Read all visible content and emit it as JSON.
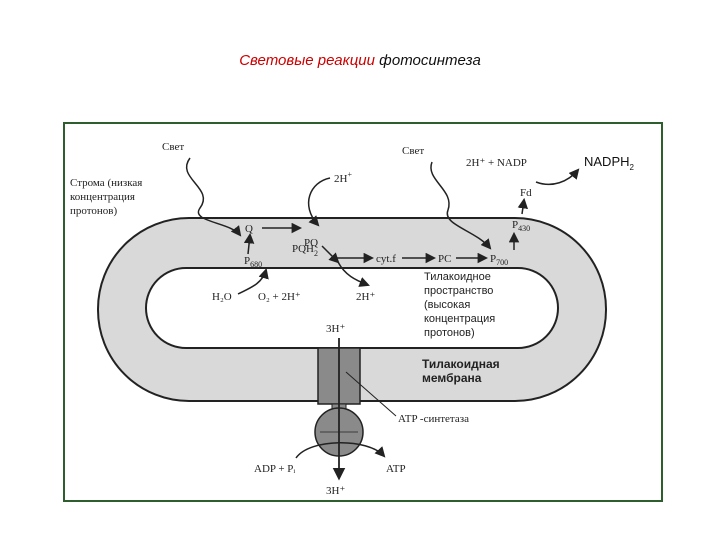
{
  "title": {
    "part1": "Световые реакции",
    "part2": "фотосинтеза"
  },
  "colors": {
    "title_red": "#cc0000",
    "frame_green": "#2e5e2e",
    "membrane_gray": "#d9d9d9"
  },
  "labels": {
    "light_left": "Свет",
    "light_right": "Свет",
    "stroma_1": "Строма (низкая",
    "stroma_2": "концентрация",
    "stroma_3": "протонов)",
    "h_top_2h": "2H",
    "q": "Q",
    "pq": "PQ",
    "pqh2": "PQH",
    "p680": "P",
    "p680_sub": "680",
    "cytf": "cyt.f",
    "pc": "PC",
    "p700": "P",
    "p700_sub": "700",
    "p430": "P",
    "p430_sub": "430",
    "fd": "Fd",
    "h_nadp": "2H⁺ + NADP",
    "nadph": "NADPH",
    "nadph_sub": "2",
    "h2o": "H₂O",
    "o2": "O₂ + 2H⁺",
    "h_lumen": "2H⁺",
    "lumen_1": "Тилакоидное",
    "lumen_2": "пространство",
    "lumen_3": "(высокая",
    "lumen_4": "концентрация",
    "lumen_5": "протонов)",
    "h_channel": "3H⁺",
    "membrane_1": "Тилакоидная",
    "membrane_2": "мембрана",
    "atp_synthase": "ATP -синтетаза",
    "adp": "ADP + Pᵢ",
    "atp": "ATP",
    "h_bottom": "3H⁺",
    "sub_2": "2",
    "sup_plus": "+"
  }
}
